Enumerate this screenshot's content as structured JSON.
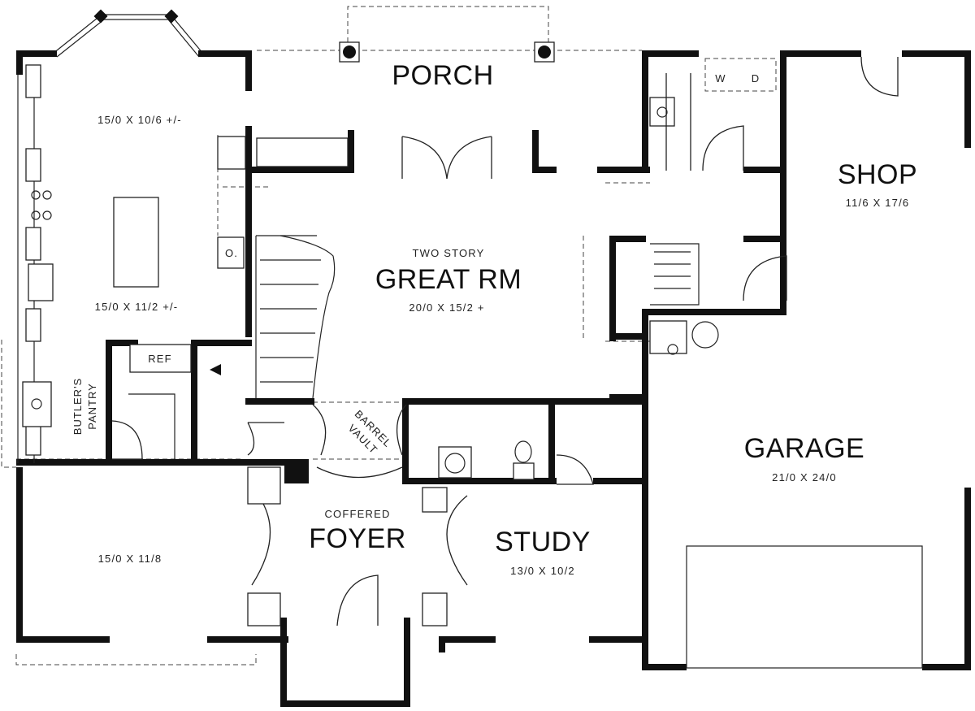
{
  "rooms": {
    "porch": {
      "name": "PORCH"
    },
    "kitchen_top": {
      "dims": "15/0 X 10/6 +/-"
    },
    "kitchen_bottom": {
      "dims": "15/0 X 11/2 +/-"
    },
    "great_room": {
      "note": "TWO STORY",
      "name": "GREAT RM",
      "dims": "20/0 X 15/2 +"
    },
    "shop": {
      "name": "SHOP",
      "dims": "11/6 X 17/6"
    },
    "garage": {
      "name": "GARAGE",
      "dims": "21/0 X 24/0"
    },
    "foyer": {
      "note": "COFFERED",
      "name": "FOYER"
    },
    "study": {
      "name": "STUDY",
      "dims": "13/0 X 10/2"
    },
    "dining": {
      "dims": "15/0 X 11/8"
    },
    "butlers_pantry": {
      "line1": "BUTLER'S",
      "line2": "PANTRY"
    },
    "barrel_vault": {
      "line1": "BARREL",
      "line2": "VAULT"
    }
  },
  "fixtures": {
    "ref": "REF",
    "washer": "W",
    "dryer": "D",
    "oven": "O."
  },
  "colors": {
    "walls": "#111111",
    "lines": "#222222",
    "background": "#ffffff"
  }
}
